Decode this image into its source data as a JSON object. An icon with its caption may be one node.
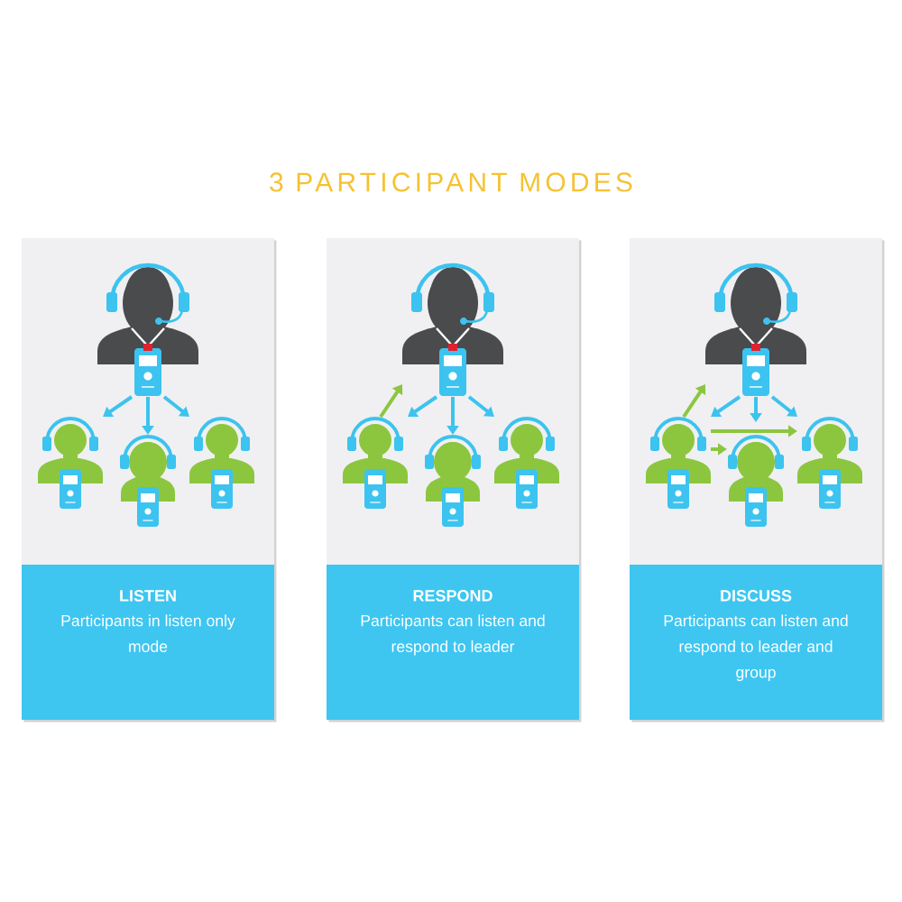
{
  "diagram": {
    "title": "3 PARTICIPANT MODES",
    "nodes": [
      {
        "text": [
          "LISTEN",
          "Participants in listen only mode"
        ]
      },
      {
        "text": [],
        "shape": "person",
        "in": 0
      },
      {
        "text": [],
        "shape": "person",
        "in": 0
      },
      {
        "text": [],
        "shape": "person",
        "in": 0
      },
      {
        "text": [],
        "shape": "person",
        "in": 0
      },
      {
        "text": [
          "RESPOND",
          "Participants can listen and respond to leader"
        ]
      },
      {
        "text": [],
        "shape": "person",
        "in": 5
      },
      {
        "text": [],
        "shape": "person",
        "in": 5
      },
      {
        "text": [],
        "shape": "person",
        "in": 5
      },
      {
        "text": [],
        "shape": "person",
        "in": 5
      },
      {
        "text": [
          "DISCUSS",
          "Participants can listen and respond to leader and group"
        ]
      },
      {
        "text": [],
        "shape": "person",
        "in": 10
      },
      {
        "text": [],
        "shape": "person",
        "in": 10
      },
      {
        "text": [],
        "shape": "person",
        "in": 10
      },
      {
        "text": [],
        "shape": "person",
        "in": 10
      }
    ],
    "edges": [
      {
        "from": 1,
        "to": 2,
        "arrow": "to"
      },
      {
        "from": 1,
        "to": 3,
        "arrow": "to"
      },
      {
        "from": 1,
        "to": 4,
        "arrow": "to"
      },
      {
        "from": 6,
        "to": 7,
        "arrow": "to"
      },
      {
        "from": 6,
        "to": 8,
        "arrow": "to"
      },
      {
        "from": 6,
        "to": 9,
        "arrow": "to"
      },
      {
        "from": 7,
        "to": 6,
        "arrow": "to",
        "color": "#8cc63f"
      },
      {
        "from": 11,
        "to": 12,
        "arrow": "to"
      },
      {
        "from": 11,
        "to": 13,
        "arrow": "to"
      },
      {
        "from": 11,
        "to": 14,
        "arrow": "to"
      },
      {
        "from": 12,
        "to": 11,
        "arrow": "to",
        "color": "#8cc63f"
      },
      {
        "from": 12,
        "to": 14,
        "arrow": "to",
        "color": "#8cc63f"
      },
      {
        "from": 12,
        "to": 13,
        "arrow": "to",
        "color": "#8cc63f"
      }
    ]
  }
}
